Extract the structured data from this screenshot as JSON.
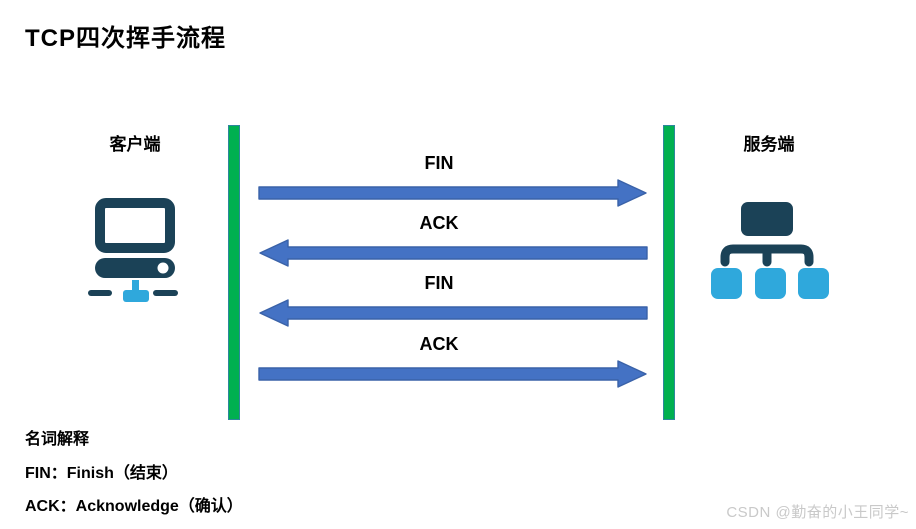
{
  "title": "TCP四次挥手流程",
  "client": {
    "label": "客户端",
    "icon": "client-computer-icon"
  },
  "server": {
    "label": "服务端",
    "icon": "server-network-icon"
  },
  "messages": [
    {
      "label": "FIN",
      "direction": "right",
      "from": "client",
      "to": "server"
    },
    {
      "label": "ACK",
      "direction": "left",
      "from": "server",
      "to": "client"
    },
    {
      "label": "FIN",
      "direction": "left",
      "from": "server",
      "to": "client"
    },
    {
      "label": "ACK",
      "direction": "right",
      "from": "client",
      "to": "server"
    }
  ],
  "notes": {
    "heading": "名词解释",
    "items": [
      "FIN：Finish（结束）",
      "ACK：Acknowledge（确认）"
    ]
  },
  "watermark": "CSDN @勤奋的小王同学~",
  "colors": {
    "arrow_blue": "#4472C4",
    "arrow_outline": "#3A62A8",
    "lifeline_green": "#00B050",
    "icon_dark_navy": "#1B4257",
    "icon_light_blue": "#2FA8DC",
    "watermark_gray": "#C9C9C9"
  }
}
